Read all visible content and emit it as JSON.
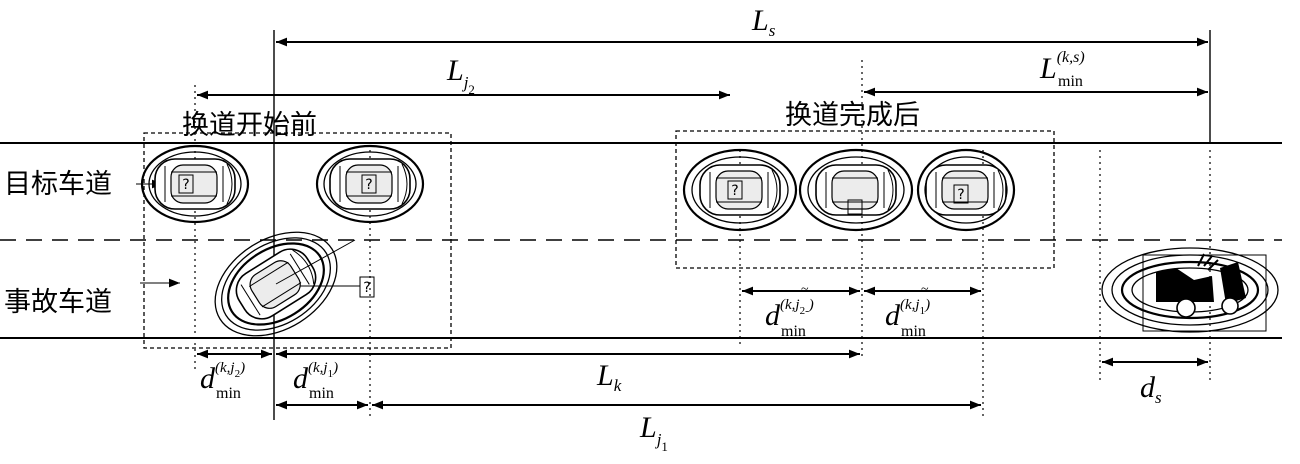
{
  "labels": {
    "before": "换道开始前",
    "after": "换道完成后",
    "target_lane": "目标车道",
    "accident_lane": "事故车道"
  },
  "dims": {
    "Ls": {
      "main": "L",
      "sub": "s"
    },
    "Lj2": {
      "main": "L",
      "sub": "j",
      "subsub": "2"
    },
    "Lmin_ks": {
      "main": "L",
      "sub": "min",
      "sup": "(k,s)"
    },
    "Lk": {
      "main": "L",
      "sub": "k"
    },
    "Lj1": {
      "main": "L",
      "sub": "j",
      "subsub": "1"
    },
    "ds": {
      "main": "d",
      "sub": "s"
    },
    "d_kj2": {
      "main": "d",
      "sub": "min",
      "sup": "(k,j",
      "supsub": "2",
      "supend": ")"
    },
    "d_kj1": {
      "main": "d",
      "sub": "min",
      "sup": "(k,j",
      "supsub": "1",
      "supend": ")"
    },
    "d_tkj2": {
      "main": "d",
      "sub": "min",
      "sup": "(k,j",
      "supsub": "2-",
      "supend": ")"
    },
    "d_tkj1": {
      "main": "d",
      "sub": "min",
      "sup": "(k,j",
      "supsub": "1",
      "supend": ")"
    }
  },
  "markers": {
    "q": "?"
  },
  "icons": {
    "car": "car-icon",
    "crash": "crashed-car-icon",
    "arrow": "arrow-icon"
  }
}
